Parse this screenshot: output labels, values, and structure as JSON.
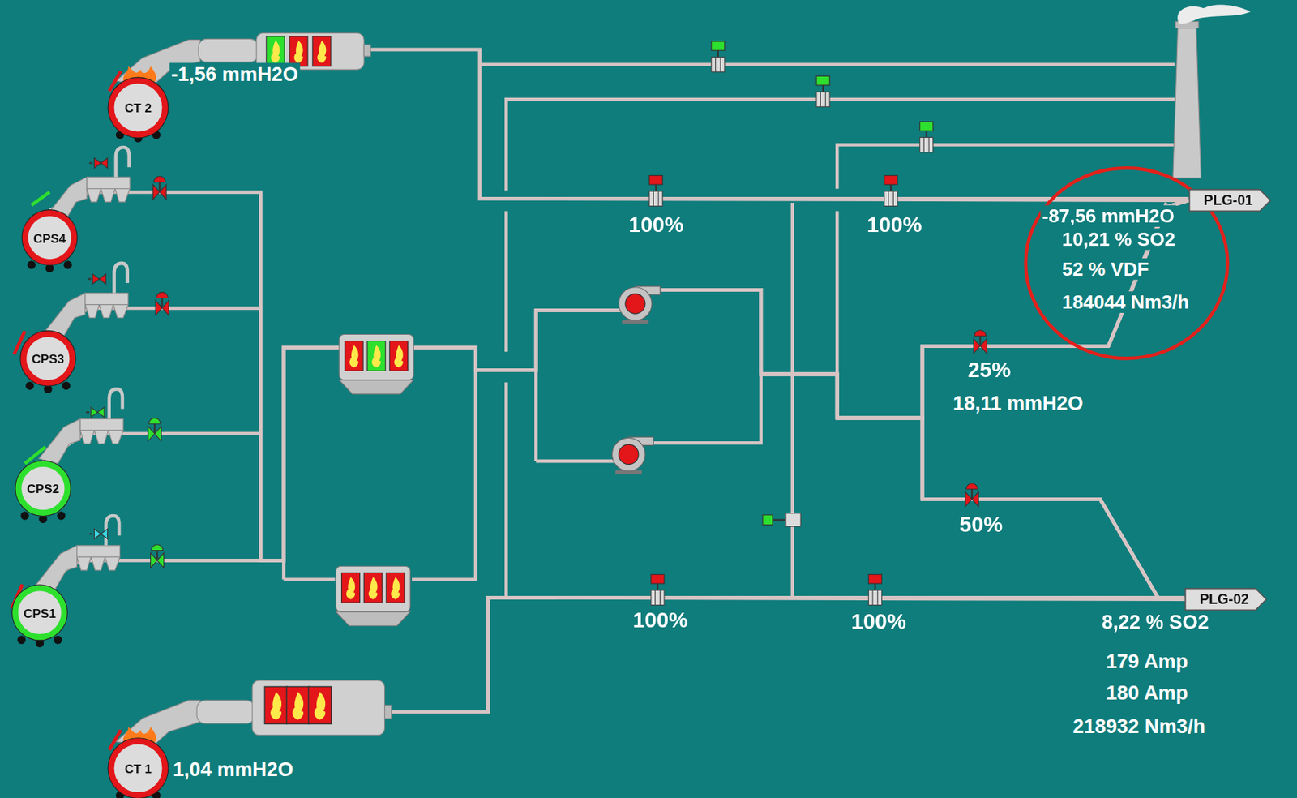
{
  "diagram": {
    "nodes": [
      {
        "text": [
          "CT 2"
        ]
      },
      {
        "text": [
          "CPS4"
        ]
      },
      {
        "text": [
          "CPS3"
        ]
      },
      {
        "text": [
          "CPS2"
        ]
      },
      {
        "text": [
          "CPS1"
        ]
      },
      {
        "text": [
          "CT 1"
        ]
      },
      {
        "text": [
          "PLG-01"
        ]
      },
      {
        "text": [
          "PLG-02"
        ]
      }
    ],
    "edges": [
      {
        "from": 0,
        "to": 6,
        "arrow": "none"
      },
      {
        "from": 1,
        "to": 6,
        "arrow": "none"
      },
      {
        "from": 1,
        "to": 7,
        "arrow": "none"
      },
      {
        "from": 2,
        "to": 6,
        "arrow": "none"
      },
      {
        "from": 2,
        "to": 7,
        "arrow": "none"
      },
      {
        "from": 3,
        "to": 6,
        "arrow": "none"
      },
      {
        "from": 3,
        "to": 7,
        "arrow": "none"
      },
      {
        "from": 4,
        "to": 6,
        "arrow": "none"
      },
      {
        "from": 4,
        "to": 7,
        "arrow": "none"
      },
      {
        "from": 5,
        "to": 7,
        "arrow": "none"
      }
    ],
    "labels": [
      "-1,56 mmH2O",
      "100%",
      "100%",
      "-87,56 mmH2O",
      "10,21 % SO2",
      "52 % VDF",
      "184044 Nm3/h",
      "25%",
      "18,11 mmH2O",
      "50%",
      "100%",
      "100%",
      "8,22 % SO2",
      "179 Amp",
      "180 Amp",
      "218932 Nm3/h",
      "1,04 mmH2O"
    ]
  }
}
